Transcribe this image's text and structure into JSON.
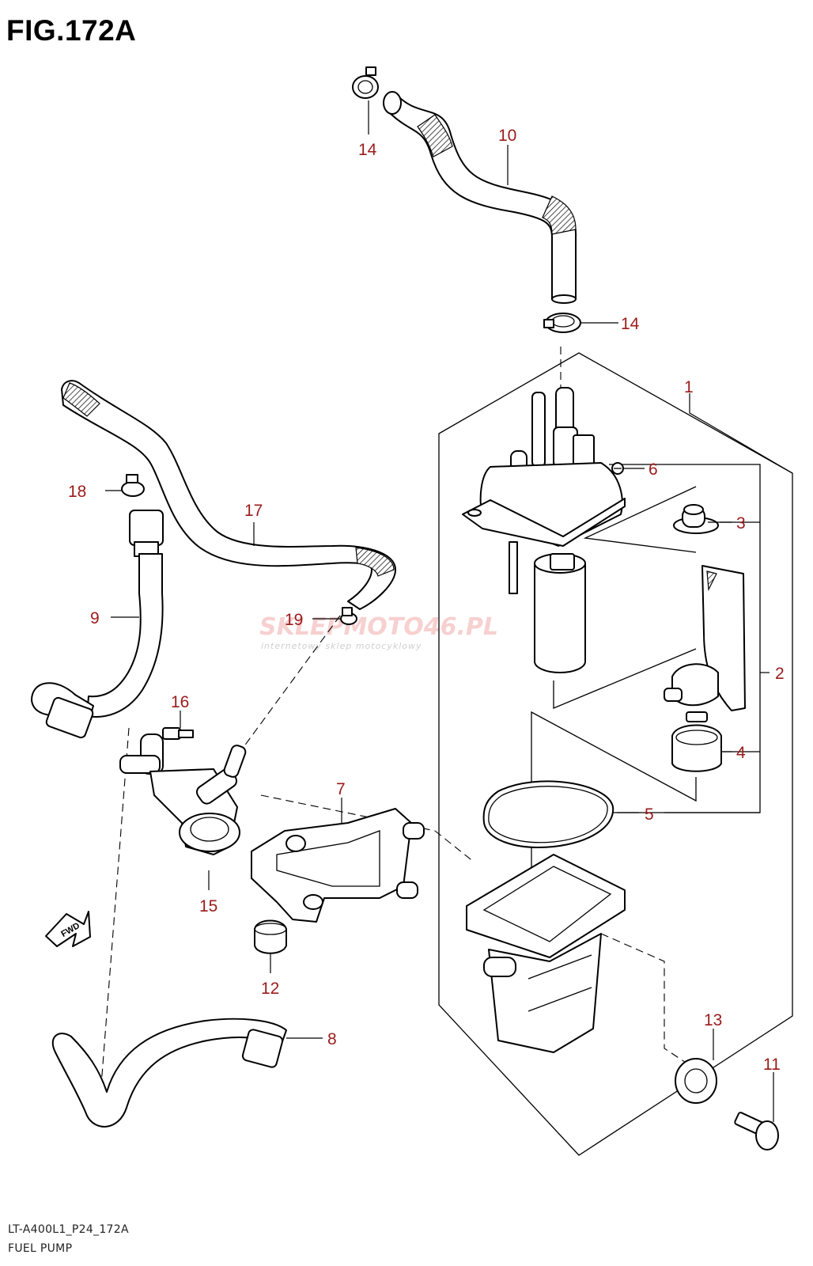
{
  "figure": {
    "title": "FIG.172A",
    "model_code": "LT-A400L1_P24_172A",
    "caption": "FUEL PUMP",
    "fwd_label": "FWD"
  },
  "watermark": {
    "brand": "SKLEPMOTO46.PL",
    "tagline": "internetowy sklep motocyklowy",
    "color": "#e88a8a"
  },
  "callouts": [
    "1",
    "2",
    "3",
    "4",
    "5",
    "6",
    "7",
    "8",
    "9",
    "10",
    "11",
    "12",
    "13",
    "14",
    "14",
    "15",
    "16",
    "17",
    "18",
    "19"
  ],
  "callout_color": "#9b1b1b"
}
